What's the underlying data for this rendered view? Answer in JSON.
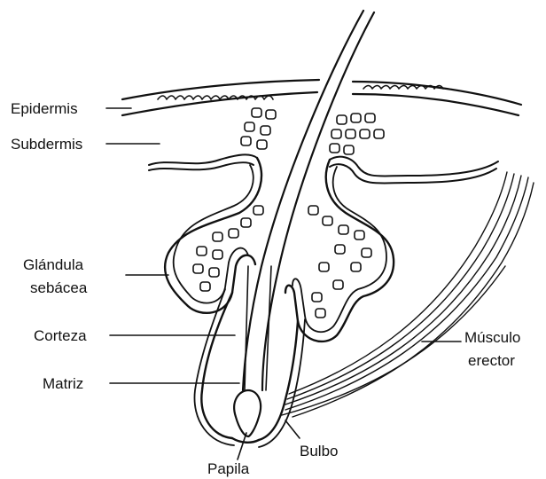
{
  "diagram": {
    "labels": {
      "epidermis": "Epidermis",
      "subdermis": "Subdermis",
      "glandula_1": "Glándula",
      "glandula_2": "sebácea",
      "corteza": "Corteza",
      "matriz": "Matriz",
      "musculo_1": "Músculo",
      "musculo_2": "erector",
      "bulbo": "Bulbo",
      "papila": "Papila"
    },
    "colors": {
      "ink": "#111111",
      "background": "#ffffff"
    }
  }
}
